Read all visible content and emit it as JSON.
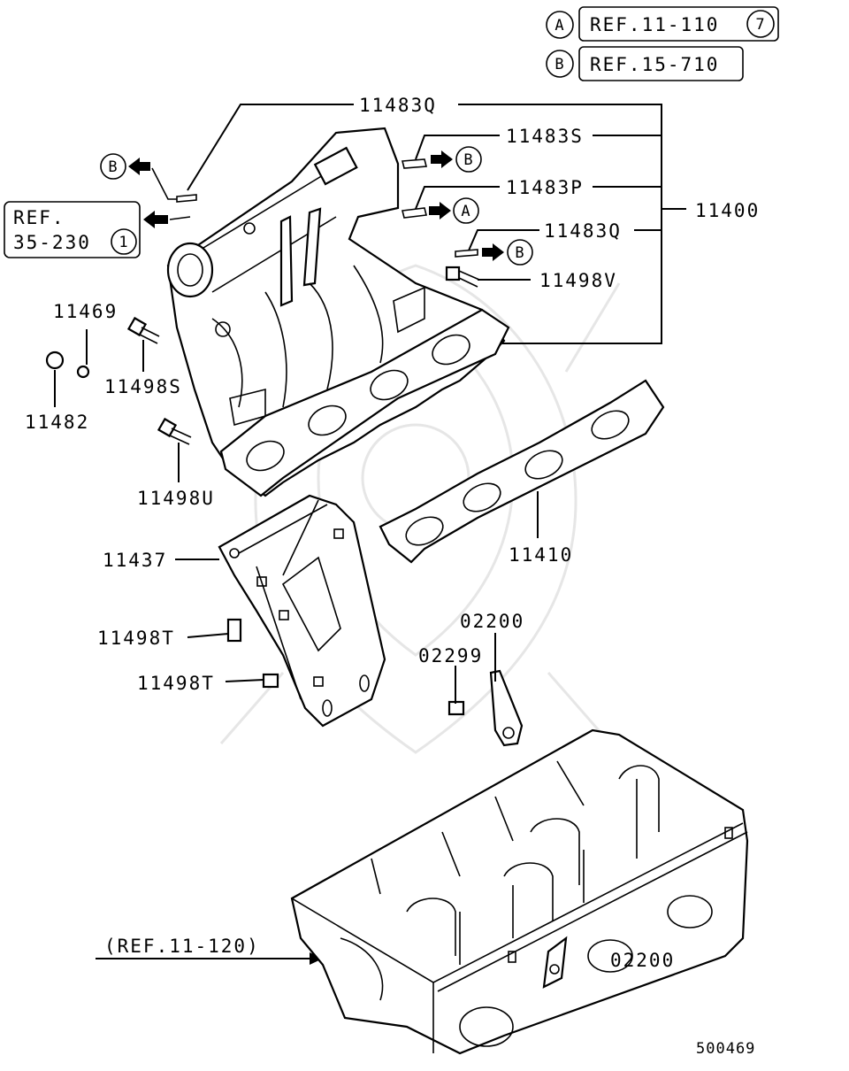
{
  "refs": {
    "a": {
      "letter": "A",
      "text": "REF.11-110",
      "num": "7"
    },
    "b": {
      "letter": "B",
      "text": "REF.15-710"
    },
    "left_box": {
      "line1": "REF.",
      "line2": "35-230",
      "num": "1"
    },
    "head": "(REF.11-120)"
  },
  "markers": {
    "a": "A",
    "b": "B"
  },
  "parts": {
    "p11483Q_top": "11483Q",
    "p11483S": "11483S",
    "p11483P": "11483P",
    "p11483Q_mid": "11483Q",
    "p11400": "11400",
    "p11498V": "11498V",
    "p11469": "11469",
    "p11498S": "11498S",
    "p11482": "11482",
    "p11498U": "11498U",
    "p11437": "11437",
    "p11410": "11410",
    "p02200_top": "02200",
    "p02299": "02299",
    "p11498T_a": "11498T",
    "p11498T_b": "11498T",
    "p02200_bottom": "02200"
  },
  "diagram_id": "500469"
}
